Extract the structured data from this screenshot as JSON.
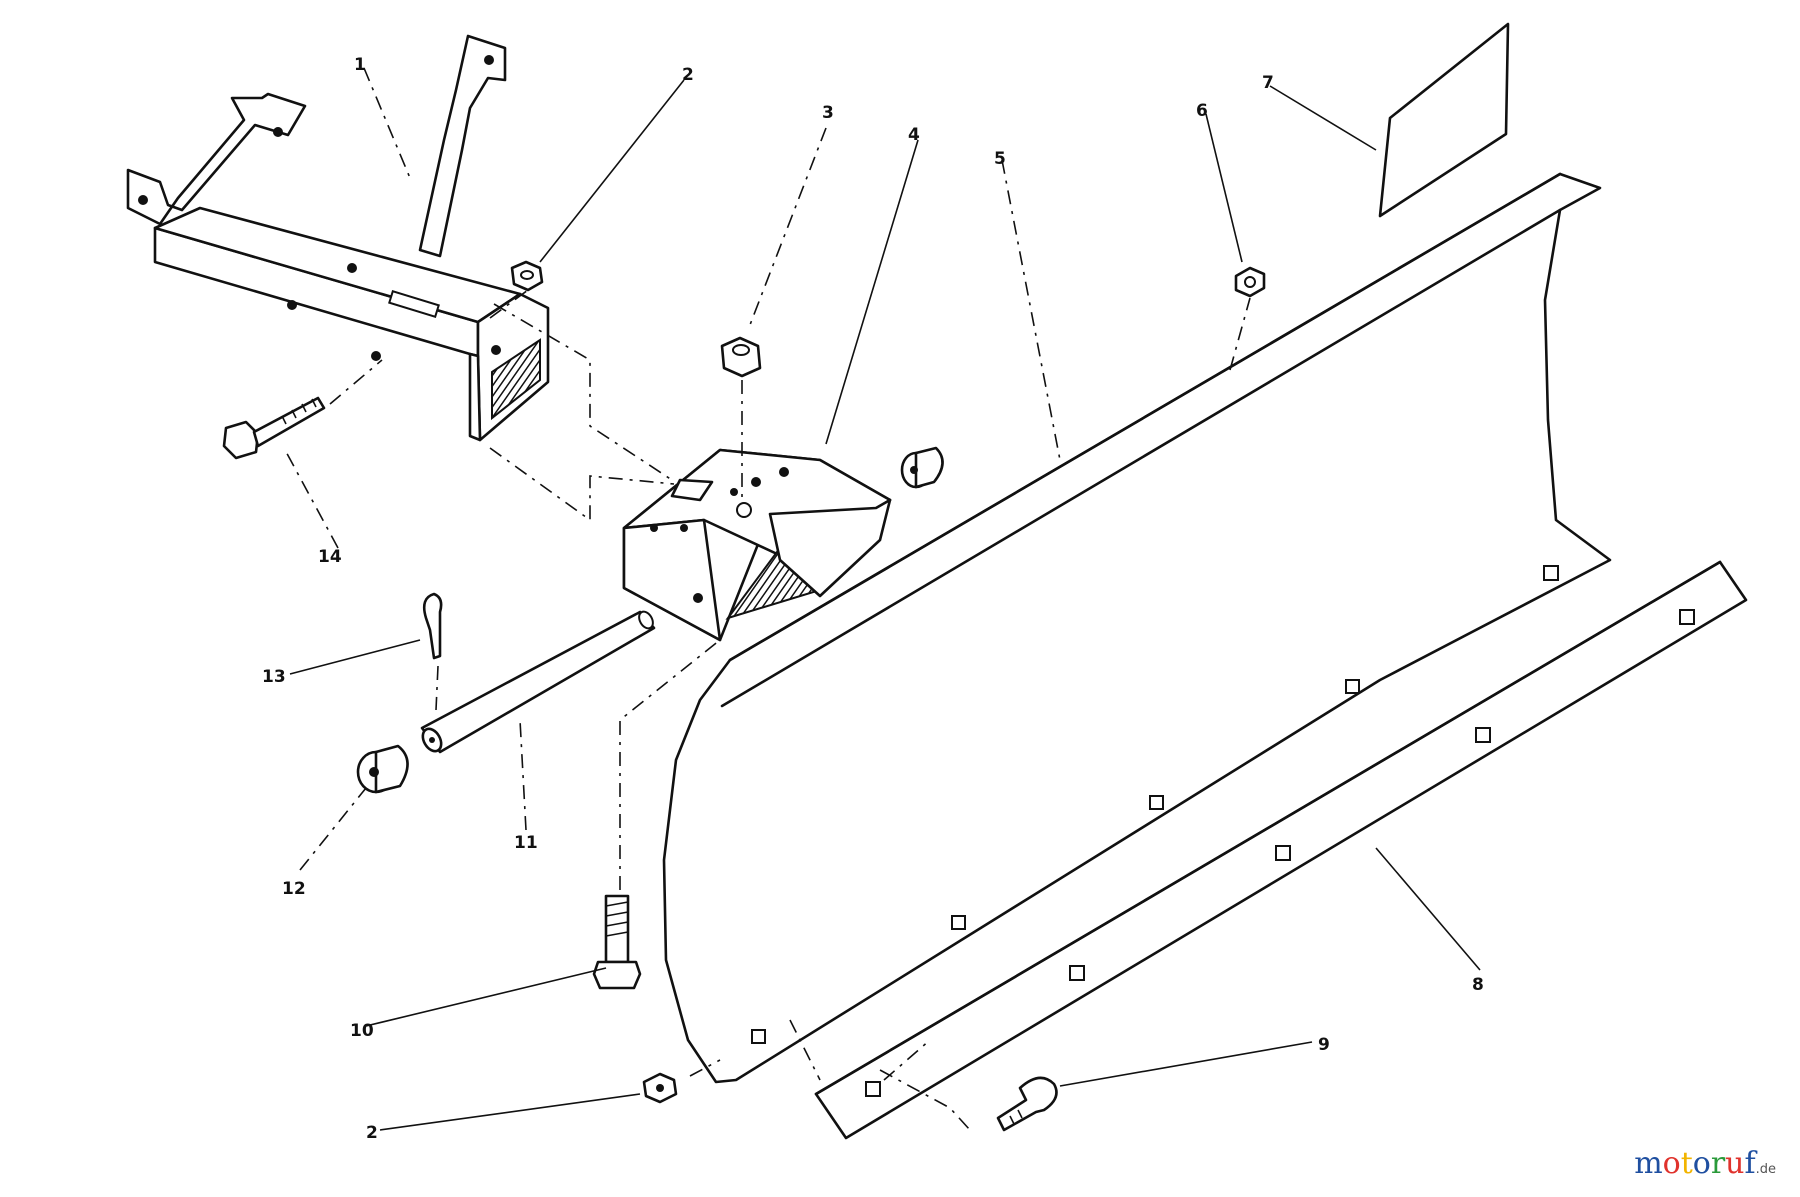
{
  "brand": {
    "logo_parts": [
      "m",
      "o",
      "t",
      "o",
      "r",
      "u",
      "f"
    ],
    "logo_colors": [
      "#1f4fa0",
      "#e0322c",
      "#f2b400",
      "#1f4fa0",
      "#2a9a3a",
      "#e0322c",
      "#1f4fa0"
    ],
    "domain": ".de"
  },
  "callouts": {
    "c1": "1",
    "c2": "2",
    "c3": "3",
    "c4": "4",
    "c5": "5",
    "c6": "6",
    "c7": "7",
    "c8": "8",
    "c9": "9",
    "c10": "10",
    "c11": "11",
    "c12": "12",
    "c13": "13",
    "c14": "14",
    "c2b": "2"
  }
}
